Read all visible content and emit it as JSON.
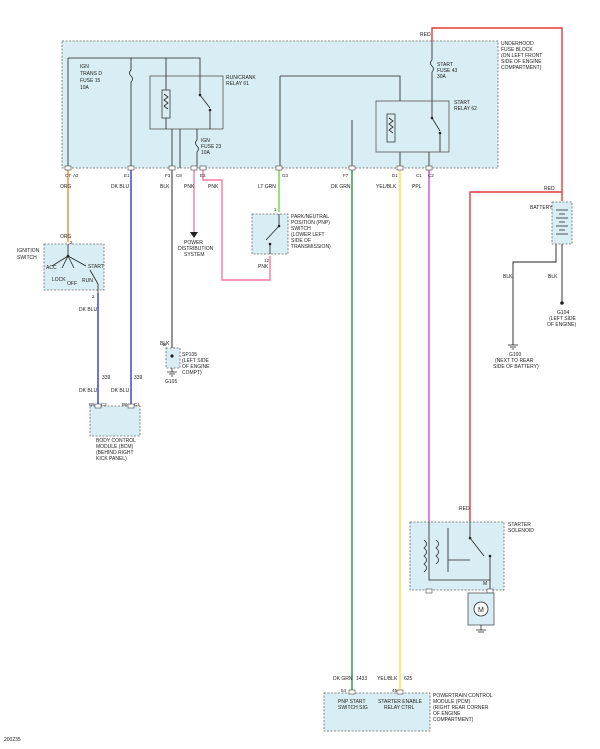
{
  "diagram_id": "200235",
  "colors": {
    "red": "#e23b3b",
    "orange": "#f28c28",
    "dk_blu": "#2a3bd0",
    "blk": "#666666",
    "pnk": "#f27aa6",
    "lt_grn": "#6cd24a",
    "dk_grn": "#1a9a3a",
    "yel_blk": "#f2e24a",
    "ppl": "#d24ad2",
    "component_fill": "#d9eef4"
  },
  "fuse_block": {
    "title_lines": [
      "UNDERHOOD",
      "FUSE BLOCK",
      "(ON LEFT FRONT",
      "SIDE OF ENGINE",
      "COMPARTMENT)"
    ],
    "ign_fuse_lines": [
      "IGN",
      "TRANS D",
      "FUSE 15",
      "10A"
    ],
    "run_crank_relay_lines": [
      "RUN/CRANK",
      "RELAY 61"
    ],
    "ign_fuse23_lines": [
      "IGN",
      "FUSE 23",
      "10A"
    ],
    "start_fuse_lines": [
      "START",
      "FUSE 43",
      "30A"
    ],
    "start_relay_lines": [
      "START",
      "RELAY 62"
    ],
    "pins": [
      "C7",
      "A2",
      "E1",
      "F3",
      "C8",
      "E3",
      "G3",
      "F7",
      "D1",
      "C1",
      "C2"
    ]
  },
  "wires": {
    "red": "RED",
    "org": "ORG",
    "dk_blu": "DK BLU",
    "blk": "BLK",
    "pnk": "PNK",
    "lt_grn": "LT GRN",
    "dk_grn": "DK GRN",
    "yel_blk": "YEL/BLK",
    "ppl": "PPL",
    "circuit_339": "339",
    "circuit_1433": "1433",
    "circuit_625": "625"
  },
  "ignition_switch": {
    "label_lines": [
      "IGNITION",
      "SWITCH"
    ],
    "positions": [
      "ACC",
      "LOCK",
      "OFF",
      "START",
      "RUN"
    ],
    "pin_top": "2",
    "pin_bottom": "2"
  },
  "power_distribution": [
    "POWER",
    "DISTRIBUTION",
    "SYSTEM"
  ],
  "pnp_switch": {
    "label_lines": [
      "PARK/NEUTRAL",
      "POSITION (PNP)",
      "SWITCH",
      "(LOWER LEFT",
      "SIDE OF",
      "TRANSMISSION)"
    ],
    "pin_top": "1",
    "pin_bottom": "12"
  },
  "splice": {
    "label_lines": [
      "SP105",
      "(LEFT SIDE",
      "OF ENGINE",
      "COMPT)"
    ],
    "pin": "B",
    "ground": "G105"
  },
  "bcm": {
    "label_lines": [
      "BODY CONTROL",
      "MODULE (BCM)",
      "(BEHIND RIGHT",
      "KICK PANEL)"
    ],
    "pins": [
      "B8",
      "C2",
      "B6",
      "C1"
    ]
  },
  "battery": {
    "label": "BATTERY",
    "ground_left": [
      "G100",
      "(NEXT TO REAR",
      "SIDE OF BATTERY)"
    ],
    "ground_right": [
      "G104",
      "(LEFT SIDE",
      "OF ENGINE)"
    ]
  },
  "starter": {
    "label_lines": [
      "STARTER",
      "SOLENOID"
    ],
    "motor_label": "M",
    "motor_symbol": "M"
  },
  "pcm": {
    "label_lines": [
      "POWERTRAIN CONTROL",
      "MODULE (PCM)",
      "(RIGHT REAR CORNER",
      "OF ENGINE",
      "COMPARTMENT)"
    ],
    "pnp_signal_lines": [
      "PNP START",
      "SWITCH SIG"
    ],
    "relay_ctrl_lines": [
      "STARTER ENABLE",
      "RELAY CTRL"
    ],
    "pins": [
      "54",
      "45"
    ]
  }
}
